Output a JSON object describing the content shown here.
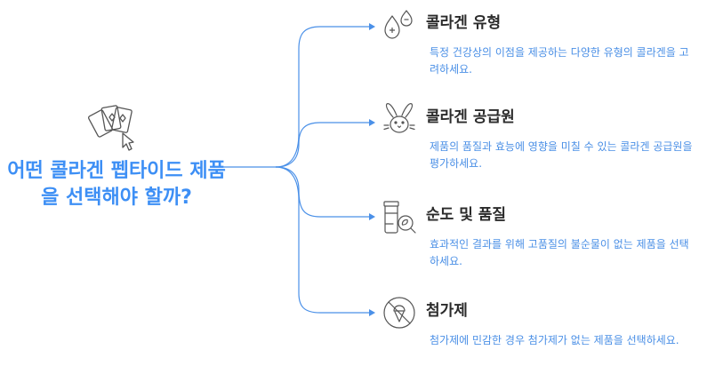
{
  "root": {
    "title": "어떤 콜라겐 펩타이드 제품을 선택해야 할까?",
    "icon": "cards-cursor-icon"
  },
  "branches": [
    {
      "title": "콜라겐 유형",
      "description": "특정 건강상의 이점을 제공하는 다양한 유형의 콜라겐을 고려하세요.",
      "icon": "droplets-icon"
    },
    {
      "title": "콜라겐 공급원",
      "description": "제품의 품질과 효능에 영향을 미칠 수 있는 콜라겐 공급원을 평가하세요.",
      "icon": "rabbit-icon"
    },
    {
      "title": "순도 및 품질",
      "description": "효과적인 결과를 위해 고품질의 불순물이 없는 제품을 선택하세요.",
      "icon": "bottle-magnifier-icon"
    },
    {
      "title": "첨가제",
      "description": "첨가제에 민감한 경우 첨가제가 없는 제품을 선택하세요.",
      "icon": "no-additive-icon"
    }
  ],
  "colors": {
    "accent": "#3d8ff5",
    "line": "#4a90e8",
    "title": "#2b2b2b",
    "description": "#4a8fe6"
  }
}
